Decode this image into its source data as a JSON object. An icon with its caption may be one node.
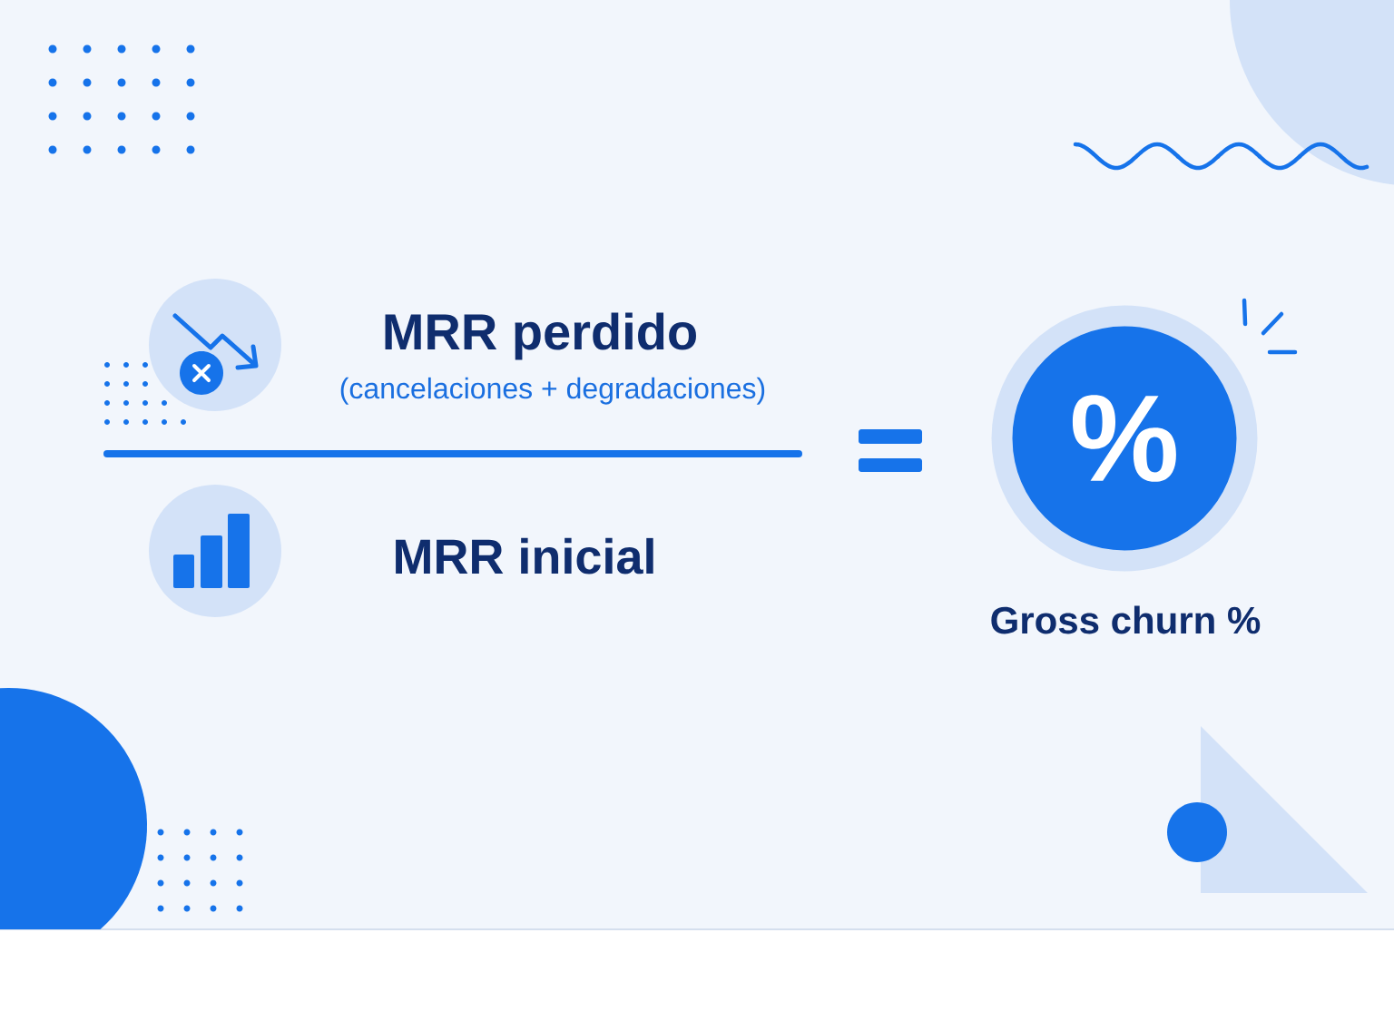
{
  "diagram": {
    "nodes": [
      {
        "text": [
          "%"
        ],
        "beside": [
          "Gross churn %"
        ]
      }
    ],
    "labels": [
      "MRR perdido",
      "(cancelaciones + degradaciones)",
      "MRR inicial"
    ]
  }
}
